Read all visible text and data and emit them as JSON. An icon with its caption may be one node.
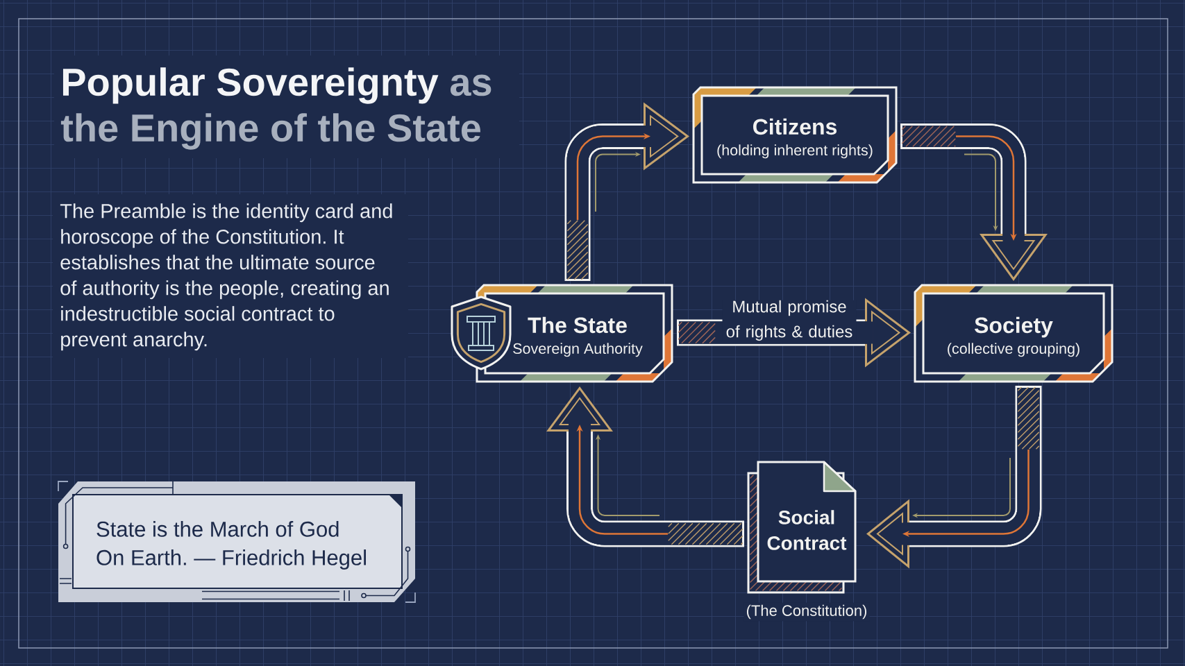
{
  "diagram": {
    "title": "**Popular Sovereignty** as the Engine of the State",
    "nodes": [
      {
        "text": [
          "Citizens",
          "(holding inherent rights)"
        ]
      },
      {
        "text": [
          "The State",
          "Sovereign Authority"
        ]
      },
      {
        "text": [
          "Society",
          "(collective grouping)"
        ]
      },
      {
        "text": [
          "Social Contract"
        ],
        "beside": [
          "(The Constitution)"
        ]
      },
      {
        "text": [
          "State is the March of God On Earth. — Friedrich Hegel"
        ]
      }
    ],
    "edges": [
      {
        "from": 1,
        "to": 0,
        "arrow": "to"
      },
      {
        "from": 0,
        "to": 2,
        "arrow": "to"
      },
      {
        "from": 2,
        "to": 3,
        "arrow": "to"
      },
      {
        "from": 3,
        "to": 1,
        "arrow": "to"
      },
      {
        "from": 1,
        "to": 2,
        "arrow": "to",
        "label": "Mutual promise of rights & duties"
      }
    ],
    "labels": [
      "The Preamble is the identity card and horoscope of the Constitution. It establishes that the ultimate source of authority is the people, creating an indestructible social contract to prevent anarchy."
    ]
  }
}
